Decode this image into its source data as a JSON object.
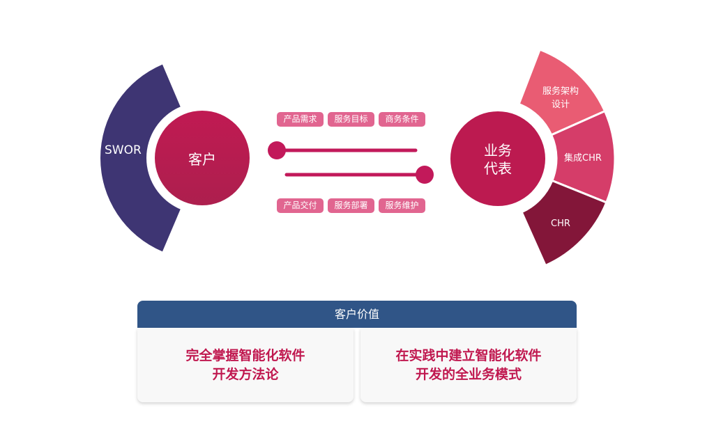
{
  "customer": {
    "label": "客户",
    "arc_label": "SWOR"
  },
  "business": {
    "label_line1": "业务",
    "label_line2": "代表",
    "segments": [
      "服务架构\n设计",
      "集成CHR",
      "CHR"
    ]
  },
  "top_tags": [
    "产品需求",
    "服务目标",
    "商务条件"
  ],
  "bottom_tags": [
    "产品交付",
    "服务部署",
    "服务维护"
  ],
  "value_panel": {
    "title": "客户价值",
    "cards": [
      {
        "line1": "完全掌握智能化软件",
        "line2": "开发方法论"
      },
      {
        "line1": "在实践中建立智能化软件",
        "line2": "开发的全业务模式"
      }
    ]
  },
  "colors": {
    "swor": "#3e3573",
    "customer": "#bd1a50",
    "business": "#bc1a50",
    "seg1": "#e95c73",
    "seg2": "#d53d69",
    "seg3": "#831639",
    "header": "#305587"
  }
}
